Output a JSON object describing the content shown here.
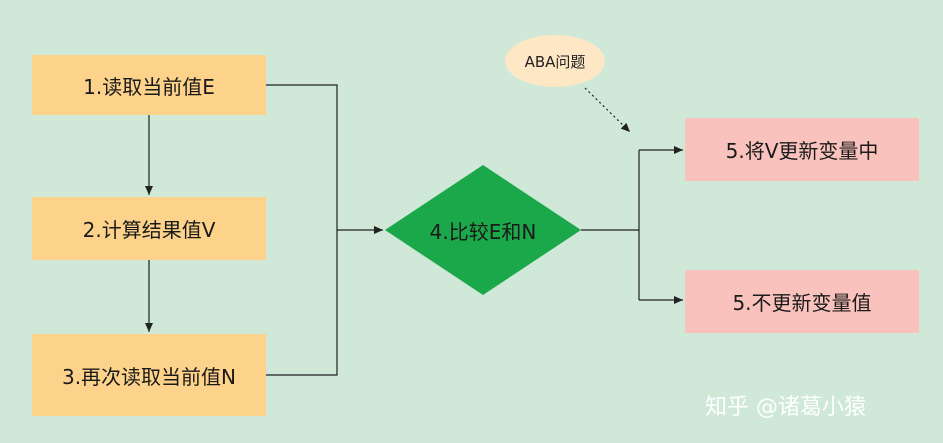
{
  "steps": {
    "read_current": "1.读取当前值E",
    "compute_result": "2.计算结果值V",
    "reread_current": "3.再次读取当前值N"
  },
  "compare": {
    "label": "4.比较E和N"
  },
  "results": {
    "update": "5.将V更新变量中",
    "no_update": "5.不更新变量值"
  },
  "note": {
    "aba": "ABA问题"
  },
  "watermark": "知乎 @诸葛小猿",
  "colors": {
    "background": "#cfe8d8",
    "step_fill": "#fdd28a",
    "result_fill": "#f9c2bd",
    "decision_fill": "#1aa84a",
    "note_fill": "#fde7c4",
    "line": "#222222"
  }
}
